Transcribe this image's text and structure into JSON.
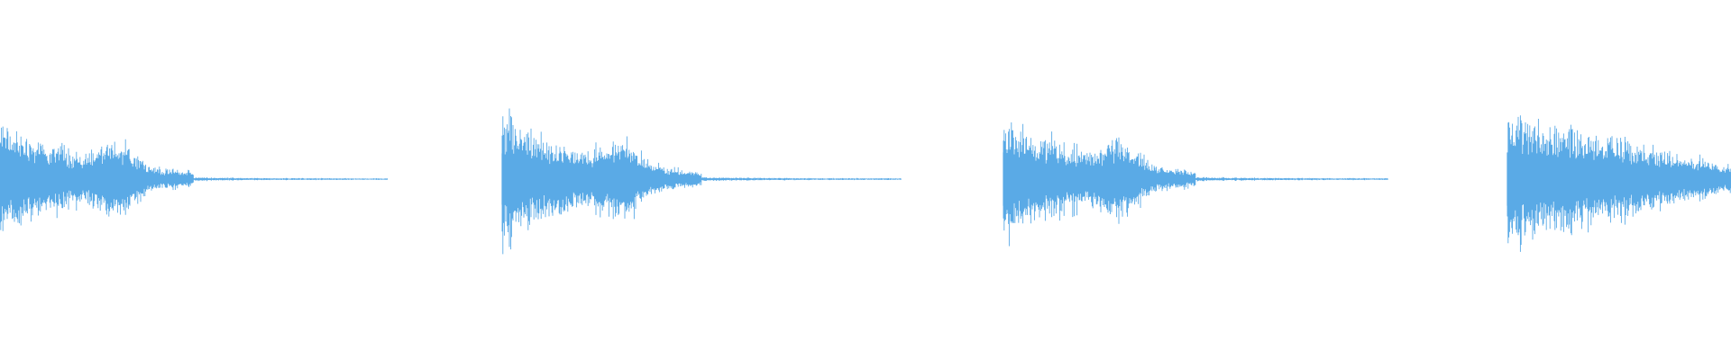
{
  "waveform": {
    "color": "#5aaae6",
    "background": "#ffffff",
    "bursts": [
      {
        "name": "burst-1",
        "peak_amplitude": 0.9,
        "clip_start": true
      },
      {
        "name": "burst-2",
        "peak_amplitude": 0.96
      },
      {
        "name": "burst-3",
        "peak_amplitude": 1.0
      },
      {
        "name": "burst-4",
        "peak_amplitude": 1.0,
        "clip_end": true
      }
    ]
  }
}
